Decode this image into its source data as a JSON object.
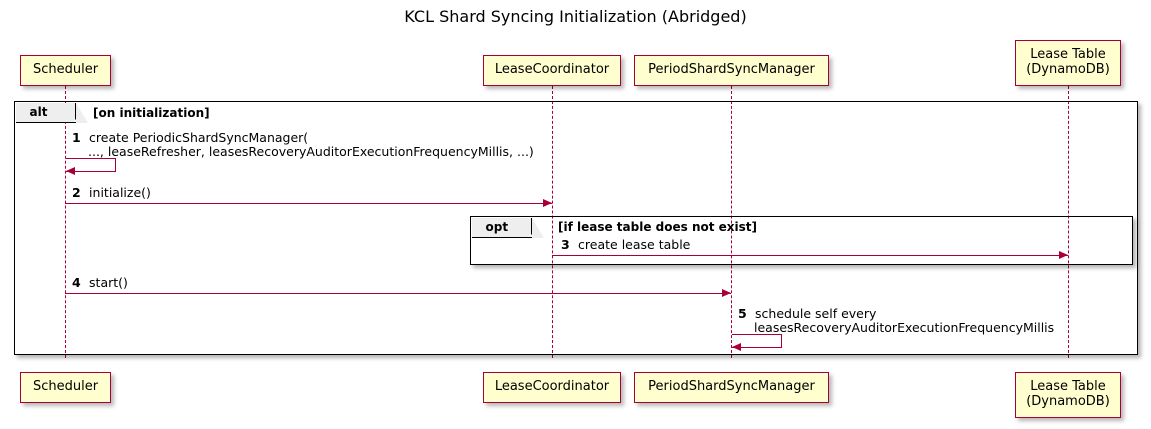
{
  "diagram": {
    "title": "KCL Shard Syncing Initialization (Abridged)",
    "type": "sequence-diagram",
    "colors": {
      "participant_fill": "#FEFECE",
      "participant_border": "#A80036",
      "lifeline": "#A80036",
      "arrow": "#A80036",
      "fragment_border": "#000000",
      "fragment_label_fill": "#EEEEEE",
      "background": "#FFFFFF"
    }
  },
  "participants": [
    {
      "id": "scheduler",
      "label": "Scheduler",
      "line2": ""
    },
    {
      "id": "leasecoordinator",
      "label": "LeaseCoordinator",
      "line2": ""
    },
    {
      "id": "periodshardsyncmanager",
      "label": "PeriodShardSyncManager",
      "line2": ""
    },
    {
      "id": "leasetable",
      "label": "Lease Table",
      "line2": "(DynamoDB)"
    }
  ],
  "fragments": [
    {
      "id": "alt-on-initialization",
      "operator": "alt",
      "guard": "[on initialization]"
    },
    {
      "id": "opt-lease-table",
      "operator": "opt",
      "guard": "[if lease table does not exist]"
    }
  ],
  "messages": [
    {
      "num": "1",
      "from": "scheduler",
      "to": "scheduler",
      "kind": "self",
      "text_line1": "create PeriodicShardSyncManager(",
      "text_line2": "..., leaseRefresher, leasesRecoveryAuditorExecutionFrequencyMillis, ...)"
    },
    {
      "num": "2",
      "from": "scheduler",
      "to": "leasecoordinator",
      "kind": "call",
      "text_line1": "initialize()",
      "text_line2": ""
    },
    {
      "num": "3",
      "from": "leasecoordinator",
      "to": "leasetable",
      "kind": "call",
      "text_line1": "create lease table",
      "text_line2": ""
    },
    {
      "num": "4",
      "from": "scheduler",
      "to": "periodshardsyncmanager",
      "kind": "call",
      "text_line1": "start()",
      "text_line2": ""
    },
    {
      "num": "5",
      "from": "periodshardsyncmanager",
      "to": "periodshardsyncmanager",
      "kind": "self",
      "text_line1": "schedule self every",
      "text_line2": "leasesRecoveryAuditorExecutionFrequencyMillis"
    }
  ]
}
